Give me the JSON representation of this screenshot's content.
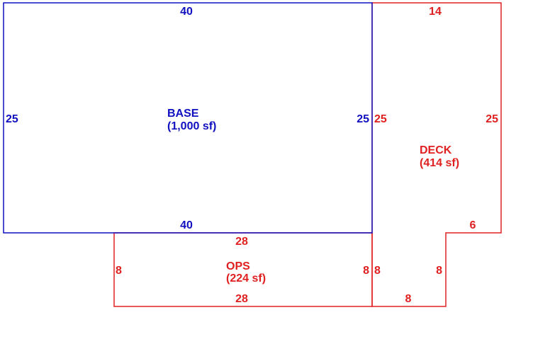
{
  "colors": {
    "base": "#1010c0",
    "addition": "#e02020",
    "background": "#ffffff"
  },
  "areas": {
    "base": {
      "name": "BASE",
      "area": "(1,000 sf)"
    },
    "deck": {
      "name": "DECK",
      "area": "(414 sf)"
    },
    "ops": {
      "name": "OPS",
      "area": "(224 sf)"
    }
  },
  "dimensions": {
    "base_top": "40",
    "base_bottom": "40",
    "base_left": "25",
    "base_right": "25",
    "deck_top": "14",
    "deck_left": "25",
    "deck_right": "25",
    "deck_step": "6",
    "deck_notch_left": "8",
    "deck_notch_right": "8",
    "deck_bottom": "8",
    "ops_top": "28",
    "ops_bottom": "28",
    "ops_left": "8",
    "ops_right": "8"
  }
}
